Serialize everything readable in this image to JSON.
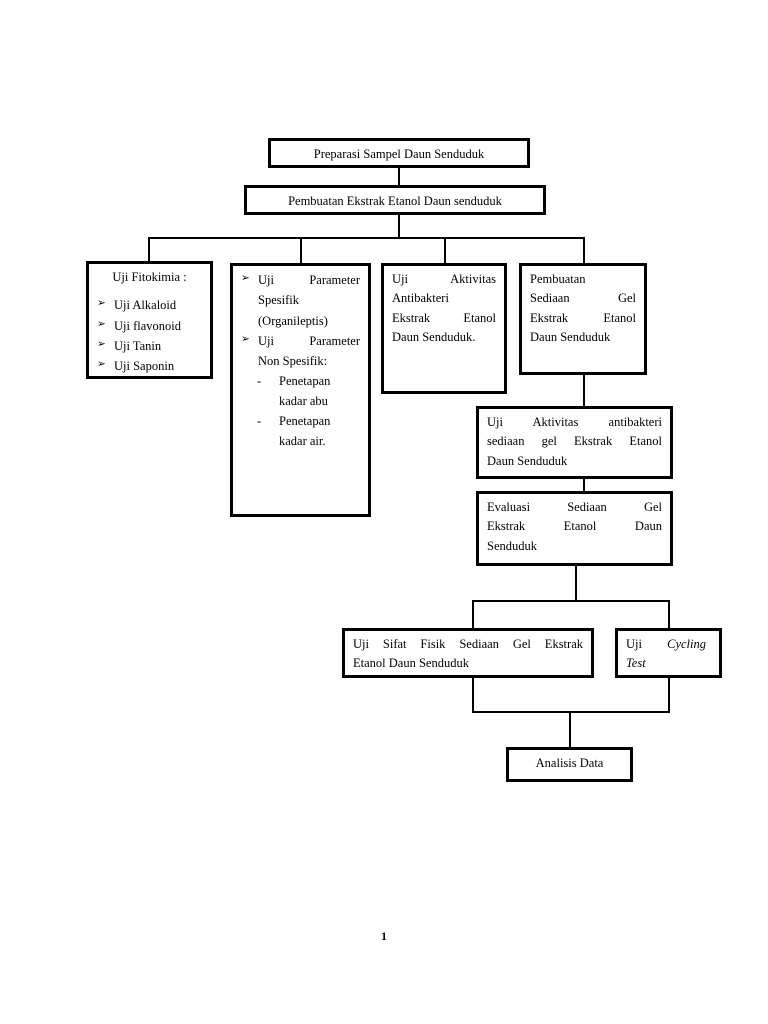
{
  "document": {
    "page_number": "1",
    "type": "flowchart",
    "background_color": "#ffffff",
    "line_color": "#000000"
  },
  "nodes": {
    "preparasi": {
      "id": "preparasi-sampel",
      "text": "Preparasi Sampel Daun Senduduk"
    },
    "ekstrak": {
      "id": "pembuatan-ekstrak",
      "text": "Pembuatan Ekstrak Etanol Daun senduduk"
    },
    "fitokimia": {
      "id": "uji-fitokimia",
      "title": "Uji Fitokimia :",
      "bullet_glyph": "➢",
      "items": [
        "Uji Alkaloid",
        "Uji flavonoid",
        "Uji Tanin",
        "Uji Saponin"
      ]
    },
    "parameter": {
      "id": "uji-parameter",
      "bullet_glyph": "➢",
      "dash_glyph": "-",
      "items": [
        {
          "lines": [
            "Uji        Parameter",
            "Spesifik",
            "(Organileptis)"
          ]
        },
        {
          "lines": [
            "Uji        Parameter",
            "Non Spesifik:"
          ],
          "sub_items": [
            {
              "lines": [
                "Penetapan",
                "kadar abu"
              ]
            },
            {
              "lines": [
                "Penetapan",
                "kadar air."
              ]
            }
          ]
        }
      ]
    },
    "antibakteri_ekstrak": {
      "id": "uji-aktivitas-antibakteri-ekstrak",
      "lines": [
        "Uji       Aktivitas",
        "Antibakteri",
        "Ekstrak    Etanol",
        "Daun Senduduk."
      ]
    },
    "pembuatan_gel": {
      "id": "pembuatan-sediaan-gel",
      "lines": [
        "Pembuatan",
        "Sediaan        Gel",
        "Ekstrak    Etanol",
        "Daun Senduduk"
      ]
    },
    "uji_gel": {
      "id": "uji-aktivitas-antibakteri-sediaan-gel",
      "lines": [
        "Uji   Aktivitas   antibakteri",
        "sediaan gel Ekstrak Etanol",
        "Daun Senduduk"
      ]
    },
    "evaluasi": {
      "id": "evaluasi-sediaan-gel",
      "lines": [
        "Evaluasi      Sediaan      Gel",
        "Ekstrak      Etanol      Daun",
        "Senduduk"
      ]
    },
    "sifat_fisik": {
      "id": "uji-sifat-fisik-sediaan-gel",
      "lines": [
        "Uji  Sifat  Fisik  Sediaan  Gel  Ekstrak",
        "Etanol Daun Senduduk"
      ]
    },
    "cycling": {
      "id": "uji-cycling-test",
      "prefix": "Uji",
      "italic_text": "Cycling Test"
    },
    "analisis": {
      "id": "analisis-data",
      "text": "Analisis Data"
    }
  }
}
